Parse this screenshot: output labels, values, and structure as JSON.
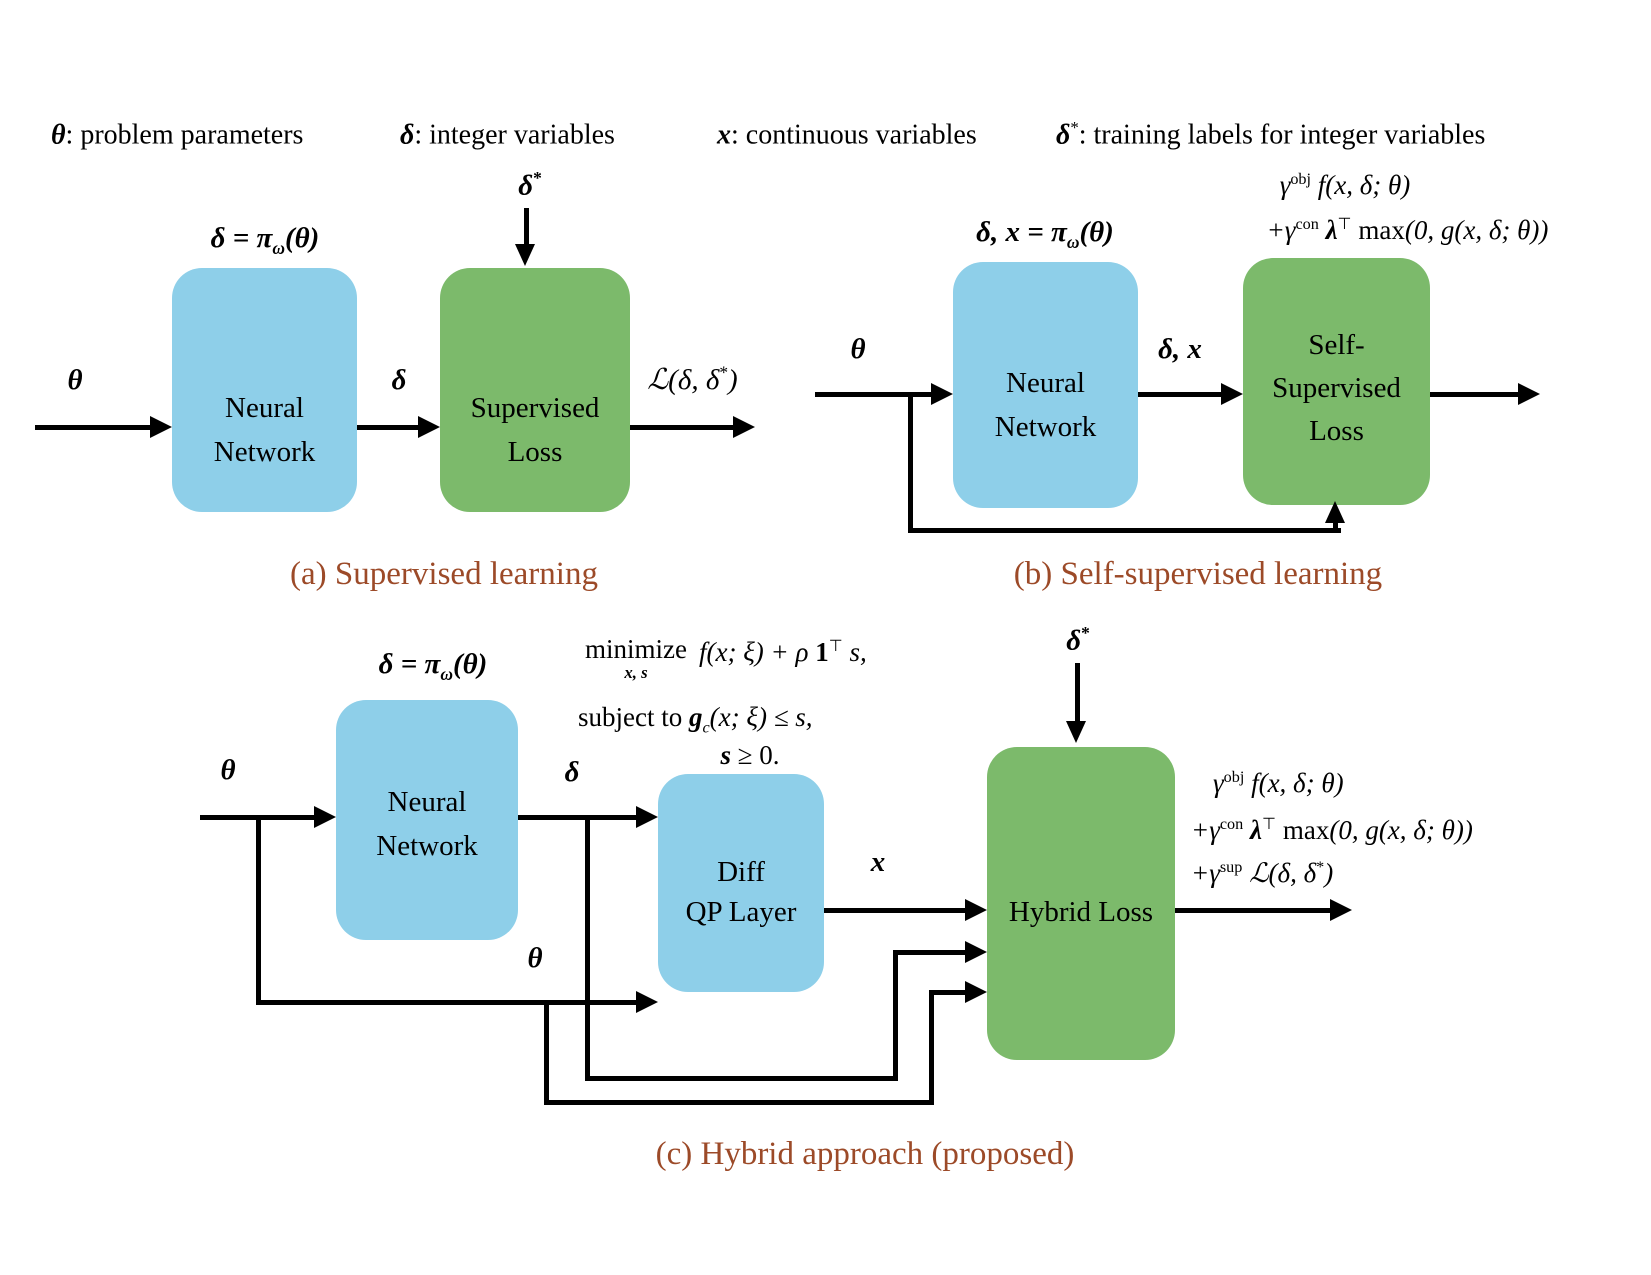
{
  "colors": {
    "box_blue": "#8ecfe9",
    "box_green": "#7cba6b",
    "caption_brown": "#9c4a28",
    "line_black": "#000000"
  },
  "legend": {
    "items": [
      {
        "sym": "θ",
        "sup": "",
        "label": ": problem parameters"
      },
      {
        "sym": "δ",
        "sup": "",
        "label": ": integer variables"
      },
      {
        "sym": "x",
        "sup": "",
        "label": ": continuous variables"
      },
      {
        "sym": "δ",
        "sup": "*",
        "label": ": training labels for integer variables"
      }
    ]
  },
  "panel_a": {
    "caption": "(a) Supervised learning",
    "nn_eq": {
      "pre": "δ = π",
      "sub": "ω",
      "post": "(θ)"
    },
    "input_label": "θ",
    "nn_line1": "Neural",
    "nn_line2": "Network",
    "mid_label": "δ",
    "target": {
      "base": "δ",
      "sup": "*"
    },
    "loss_line1": "Supervised",
    "loss_line2": "Loss",
    "output": {
      "a": "ℒ(δ, δ",
      "asup": "*",
      "b": ")"
    }
  },
  "panel_b": {
    "caption": "(b) Self-supervised learning",
    "nn_eq": {
      "pre": "δ, x = π",
      "sub": "ω",
      "post": "(θ)"
    },
    "loss_eq1": {
      "a": "γ",
      "asup": "obj",
      "b": " f(x, δ; θ)"
    },
    "loss_eq2": {
      "a": "+γ",
      "asup": "con",
      "b": " λ",
      "bsup": "⊤",
      "c": " max",
      "d": "(0, g(x, δ; θ))"
    },
    "input_label": "θ",
    "nn_line1": "Neural",
    "nn_line2": "Network",
    "mid_label": "δ, x",
    "loss_line1": "Self-",
    "loss_line2": "Supervised",
    "loss_line3": "Loss"
  },
  "panel_c": {
    "caption": "(c) Hybrid approach (proposed)",
    "nn_eq": {
      "pre": "δ = π",
      "sub": "ω",
      "post": "(θ)"
    },
    "opt1": {
      "min": "minimize",
      "minsub": "x, s",
      "obj_pre": "f(x; ξ) + ρ ",
      "one": "1",
      "sup": "⊤",
      "s": " s,"
    },
    "opt2": {
      "pre": "subject to  ",
      "g": "g",
      "sub": "c",
      "post": "(x; ξ) ≤ s,"
    },
    "opt3": {
      "s": "s",
      "rest": " ≥ 0."
    },
    "input_label": "θ",
    "nn_line1": "Neural",
    "nn_line2": "Network",
    "delta_label": "δ",
    "theta_label": "θ",
    "qp_line1": "Diff",
    "qp_line2": "QP Layer",
    "x_label": "x",
    "target": {
      "base": "δ",
      "sup": "*"
    },
    "loss_label": "Hybrid Loss",
    "out_eq1": {
      "a": "γ",
      "asup": "obj",
      "b": " f(x, δ; θ)"
    },
    "out_eq2": {
      "a": "+γ",
      "asup": "con",
      "b": " λ",
      "bsup": "⊤",
      "c": " max",
      "d": "(0, g(x, δ; θ))"
    },
    "out_eq3": {
      "a": "+γ",
      "asup": "sup",
      "b": " ℒ(δ, δ",
      "bsup": "*",
      "c": ")"
    }
  }
}
